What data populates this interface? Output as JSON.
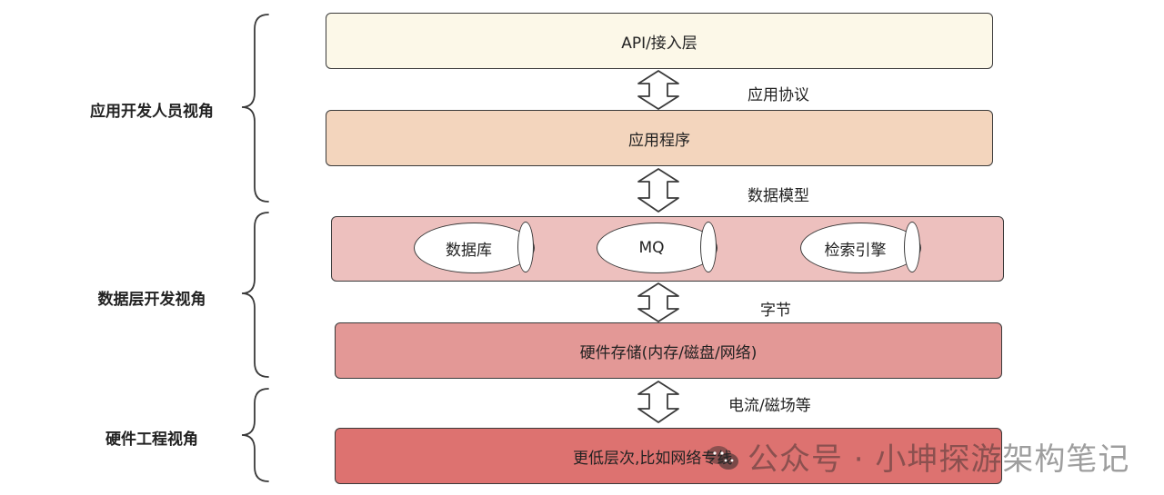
{
  "perspectives": {
    "app_dev": "应用开发人员视角",
    "data_dev": "数据层开发视角",
    "hw_eng": "硬件工程视角"
  },
  "layers": {
    "api": "API/接入层",
    "app": "应用程序",
    "storage": "硬件存储(内存/磁盘/网络)",
    "lower": "更低层次,比如网络专线"
  },
  "data_layer": {
    "items": [
      "数据库",
      "MQ",
      "检索引擎"
    ]
  },
  "protocols": {
    "api_app": "应用协议",
    "app_data": "数据模型",
    "data_hw": "字节",
    "hw_lower": "电流/磁场等"
  },
  "watermark": {
    "text": "公众号 · 小坤探游架构笔记",
    "icon": "wechat-icon"
  },
  "colors": {
    "api": "#fcf8e8",
    "app": "#f3d5bd",
    "data": "#edc0be",
    "storage": "#e39896",
    "lower": "#dd7270"
  }
}
